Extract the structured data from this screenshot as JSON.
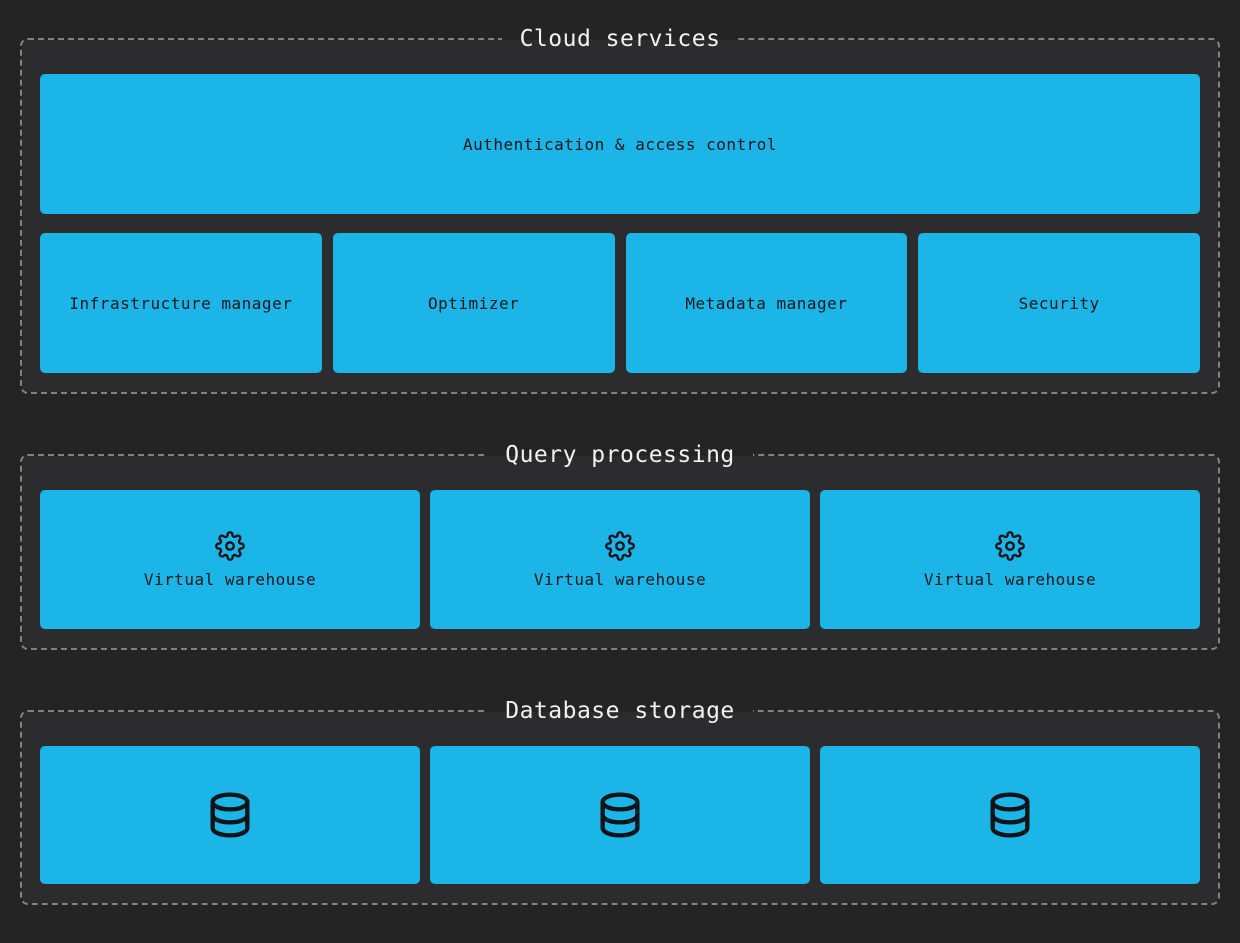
{
  "diagram": {
    "sections": {
      "cloud_services": {
        "title": "Cloud services",
        "auth_box": "Authentication & access control",
        "boxes": [
          "Infrastructure manager",
          "Optimizer",
          "Metadata manager",
          "Security"
        ]
      },
      "query_processing": {
        "title": "Query processing",
        "warehouses": [
          "Virtual warehouse",
          "Virtual warehouse",
          "Virtual warehouse"
        ]
      },
      "database_storage": {
        "title": "Database storage",
        "database_count": 3
      }
    },
    "icons": {
      "warehouse": "gear-icon",
      "storage": "database-icon"
    },
    "colors": {
      "node_fill": "#1cb5e8",
      "node_text": "#14171b",
      "section_border": "#828282",
      "section_title": "#f2f2f2",
      "page_background": "#242424",
      "section_background": "#2c2c2e"
    }
  }
}
